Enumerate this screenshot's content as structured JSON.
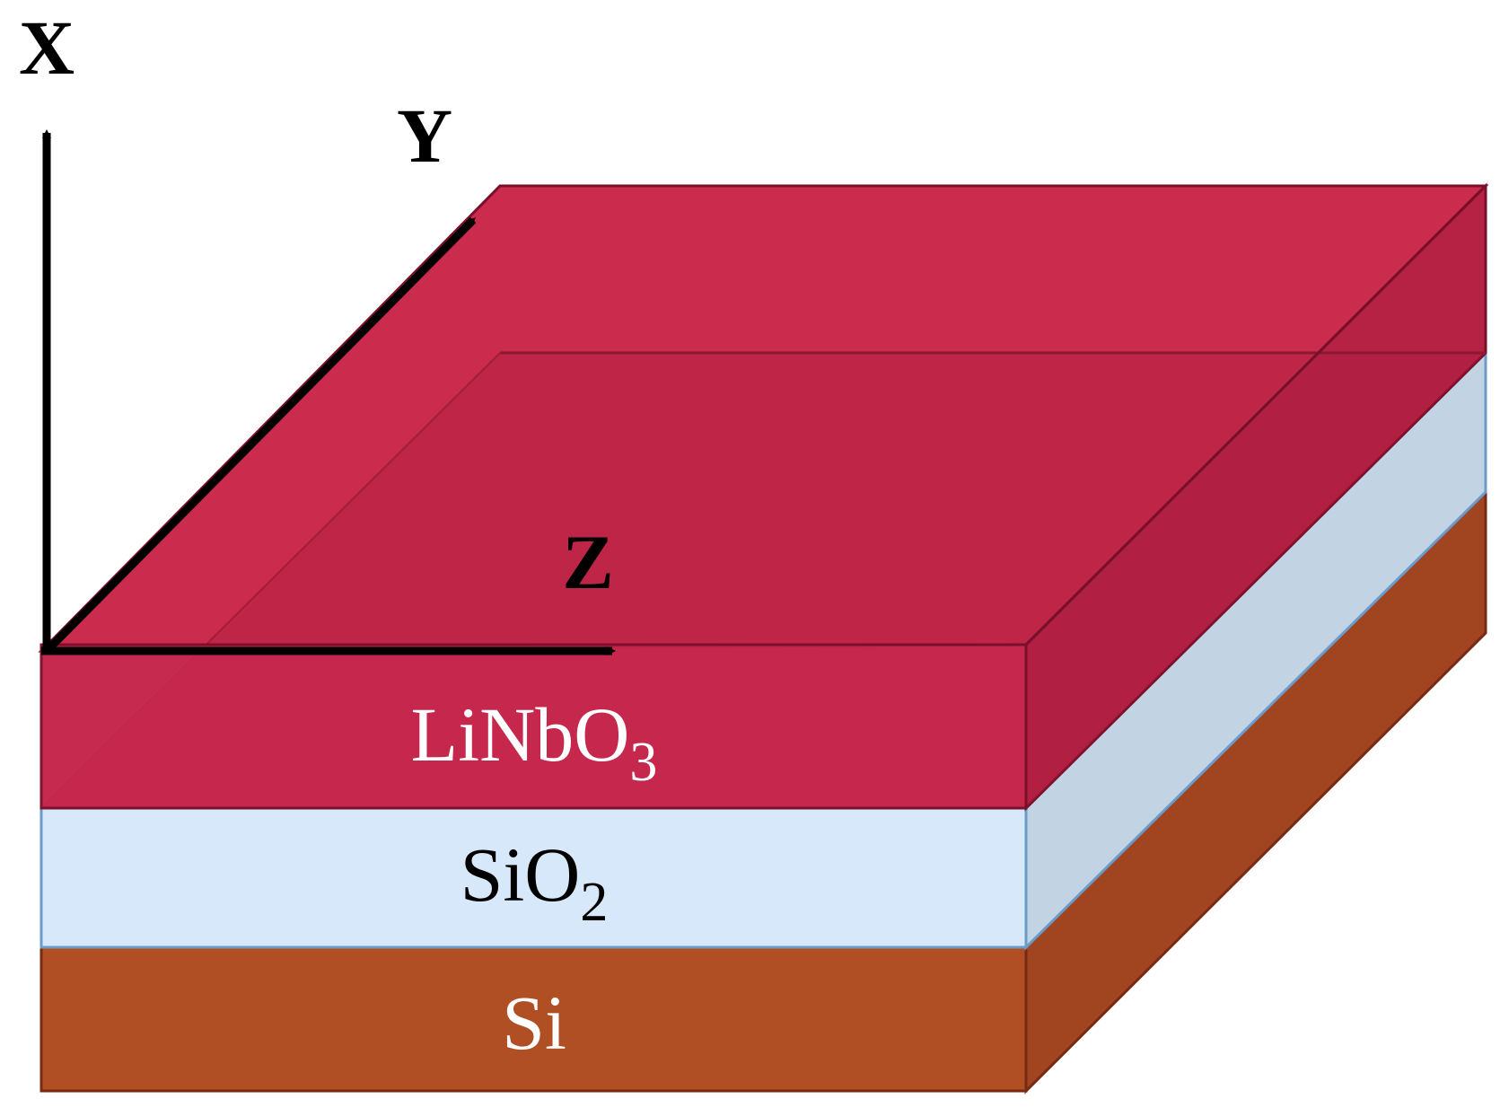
{
  "axes": {
    "x_label": "X",
    "y_label": "Y",
    "z_label": "Z"
  },
  "layers": [
    {
      "name": "LiNbO",
      "subscript": "3",
      "color_front": "#c6244a",
      "color_top": "#cb2b4c",
      "color_side": "#b52244",
      "edge_color": "#7a0f2a",
      "text_color": "#ffffff"
    },
    {
      "name": "SiO",
      "subscript": "2",
      "color_front": "#d6e8fa",
      "color_side": "#c2d3e4",
      "edge_color": "#6c9bc9",
      "text_color": "#000000"
    },
    {
      "name": "Si",
      "subscript": "",
      "color_front": "#b04f24",
      "color_side": "#a14521",
      "edge_color": "#7a2a12",
      "text_color": "#ffffff"
    }
  ],
  "arrow_color": "#000000"
}
